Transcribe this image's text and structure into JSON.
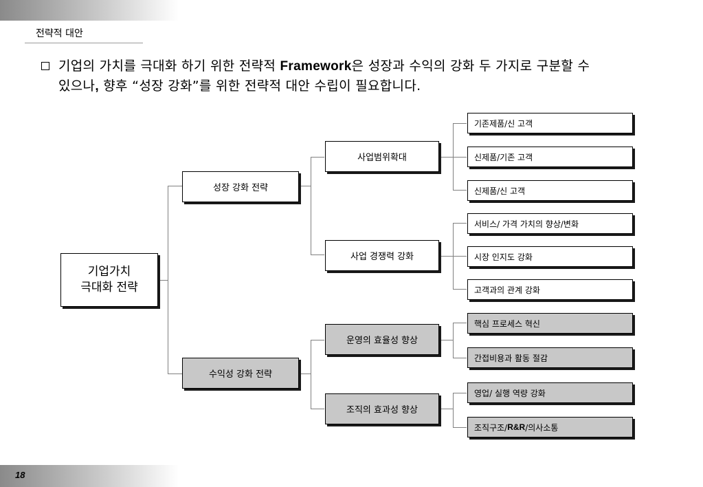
{
  "section_title": "전략적 대안",
  "headline": {
    "line1_pre": "기업의 가치를 극대화 하기 위한 전략적 ",
    "line1_bold": "Framework",
    "line1_post": "은 성장과 수익의 강화 두 가지로 구분할 수",
    "line2_pre": "있으나",
    "line2_bold": ",",
    "line2_post": " 향후 “성장 강화”를 위한 전략적 대안 수립이 필요합니다."
  },
  "diagram": {
    "root": {
      "line1": "기업가치",
      "line2": "극대화 전략"
    },
    "level1": [
      {
        "label": "성장 강화 전략"
      },
      {
        "label": "수익성 강화 전략"
      }
    ],
    "level2": [
      {
        "label": "사업범위확대"
      },
      {
        "label": "사업 경쟁력 강화"
      },
      {
        "label": "운영의 효율성 향상"
      },
      {
        "label": "조직의 효과성 향상"
      }
    ],
    "leaves": [
      {
        "label": "기존제품/신 고객"
      },
      {
        "label": "신제품/기존 고객"
      },
      {
        "label": "신제품/신 고객"
      },
      {
        "label": "서비스/ 가격 가치의 향상/변화"
      },
      {
        "label": "시장 인지도 강화"
      },
      {
        "label": "고객과의 관계 강화"
      },
      {
        "label": "핵심 프로세스 혁신"
      },
      {
        "label": "간접비용과 활동 절감"
      },
      {
        "label": "영업/ 실행 역량 강화"
      },
      {
        "label_pre": "조직구조/",
        "label_bold": "R&R",
        "label_post": "/의사소통"
      }
    ]
  },
  "page_number": "18"
}
